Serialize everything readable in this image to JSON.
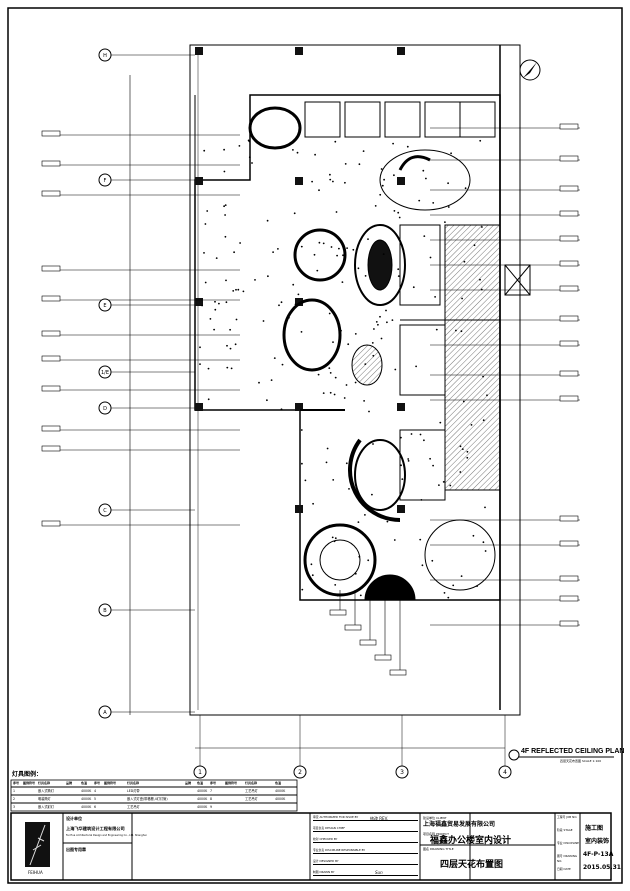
{
  "drawing": {
    "plan_title": "4F REFLECTED CEILING PLAN",
    "plan_subtitle": "四层天花布置图 SCALE 1:100",
    "grid_rows": [
      "H",
      "F",
      "E",
      "1/E",
      "D",
      "C",
      "B",
      "A"
    ],
    "grid_cols": [
      "1",
      "2",
      "3",
      "4"
    ]
  },
  "legend": {
    "title": "灯具图例：",
    "headers": [
      "序号",
      "图例符号",
      "灯具名称",
      "品牌",
      "色温",
      "序号",
      "图例符号",
      "灯具名称",
      "品牌",
      "色温",
      "序号",
      "图例符号",
      "灯具名称",
      "色温"
    ],
    "rows": [
      [
        "1",
        "嵌入式筒灯",
        "4000K",
        "4",
        "LED灯带",
        "4000K",
        "7",
        "工艺吊灯",
        "4000K"
      ],
      [
        "2",
        "明装筒灯",
        "4000K",
        "5",
        "嵌入式灯盘(带格栅,4灯灯管)",
        "4000K",
        "8",
        "工艺吊灯",
        "4000K"
      ],
      [
        "3",
        "嵌入式射灯",
        "4000K",
        "6",
        "工艺吊灯",
        "4000K",
        "9",
        "",
        ""
      ]
    ]
  },
  "designer": {
    "label": "设计单位",
    "company_cn": "上海飞华建筑设计工程有限公司",
    "company_en": "Fei Hua Architectural Design and Engineering Co., Ltd. Shanghai",
    "stamp_label": "出图专用章",
    "logo_caption": "FEIHUA"
  },
  "title_block": {
    "fields": [
      "审定 AUTHORIZED FOR ISSUE BY",
      "项目负责 DESIGN CHIEF",
      "校对 CHECKED BY",
      "专业负责 DISCIPLINE RESPONSIBLE BY",
      "设计 DESIGNED BY",
      "制图 DRAWN BY"
    ],
    "drawn_by_sign": "Sun",
    "client_label": "建设单位 CLIENT",
    "client": "上海福鑫贸易发展有限公司",
    "project_label": "项目名称 PROJECT",
    "project": "福鑫办公楼室内设计",
    "drawing_label": "图名 DRAWING TITLE",
    "drawing_title": "四层天花布置图",
    "right_labels": [
      "工程号 JOB NO.",
      "阶段 STAGE",
      "专业 DISCIPLINE",
      "图号 DRAWING NO.",
      "日期 DATE"
    ],
    "stage": "施工图",
    "discipline": "室内装饰",
    "drawing_no": "4F-P-13A",
    "date": "2015.05.31",
    "rev_label": "修改 REV."
  }
}
